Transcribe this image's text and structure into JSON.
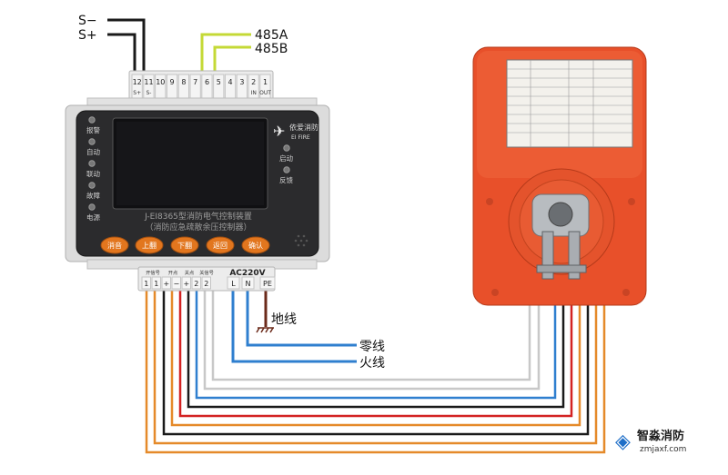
{
  "power_labels": {
    "s_minus": "S−",
    "s_plus": "S+"
  },
  "bus_labels": {
    "a": "485A",
    "b": "485B"
  },
  "top_terminals": {
    "numbers": [
      "12",
      "11",
      "10",
      "9",
      "8",
      "7",
      "6",
      "5",
      "4",
      "3",
      "2",
      "1"
    ],
    "sub_labels": [
      "S+",
      "S-",
      "",
      "",
      "",
      "",
      "",
      "",
      "",
      "",
      "IN",
      "OUT"
    ]
  },
  "controller": {
    "brand": "依爱消防",
    "brand_en": "EI FIRE",
    "model_line1": "J-EI8365型消防电气控制装置",
    "model_line2": "（消防应急疏散余压控制器）",
    "left_indicators": [
      "报警",
      "自动",
      "联动",
      "故障",
      "电源"
    ],
    "right_indicators": [
      "启动",
      "反馈"
    ],
    "buttons": [
      "消音",
      "上翻",
      "下翻",
      "返回",
      "确认"
    ]
  },
  "bottom_terminals": {
    "group_labels": [
      "开信号",
      "开点",
      "关点",
      "关信号"
    ],
    "numbers": [
      "1",
      "1",
      "+",
      "−",
      "+",
      "2",
      "2"
    ],
    "ac_label": "AC220V",
    "ac_terminals": [
      "L",
      "N",
      "PE"
    ]
  },
  "wire_labels": {
    "ground": "地线",
    "neutral": "零线",
    "live": "火线"
  },
  "colors": {
    "black": "#1a1a1a",
    "lime": "#c4d936",
    "orange": "#e58a2a",
    "red": "#d32222",
    "blue": "#2f7fcf",
    "gray": "#c8c8c8",
    "brown": "#6b2a1a",
    "actuator": "#e8502a"
  },
  "watermark": {
    "name": "智淼消防",
    "url": "zmjaxf.com"
  }
}
